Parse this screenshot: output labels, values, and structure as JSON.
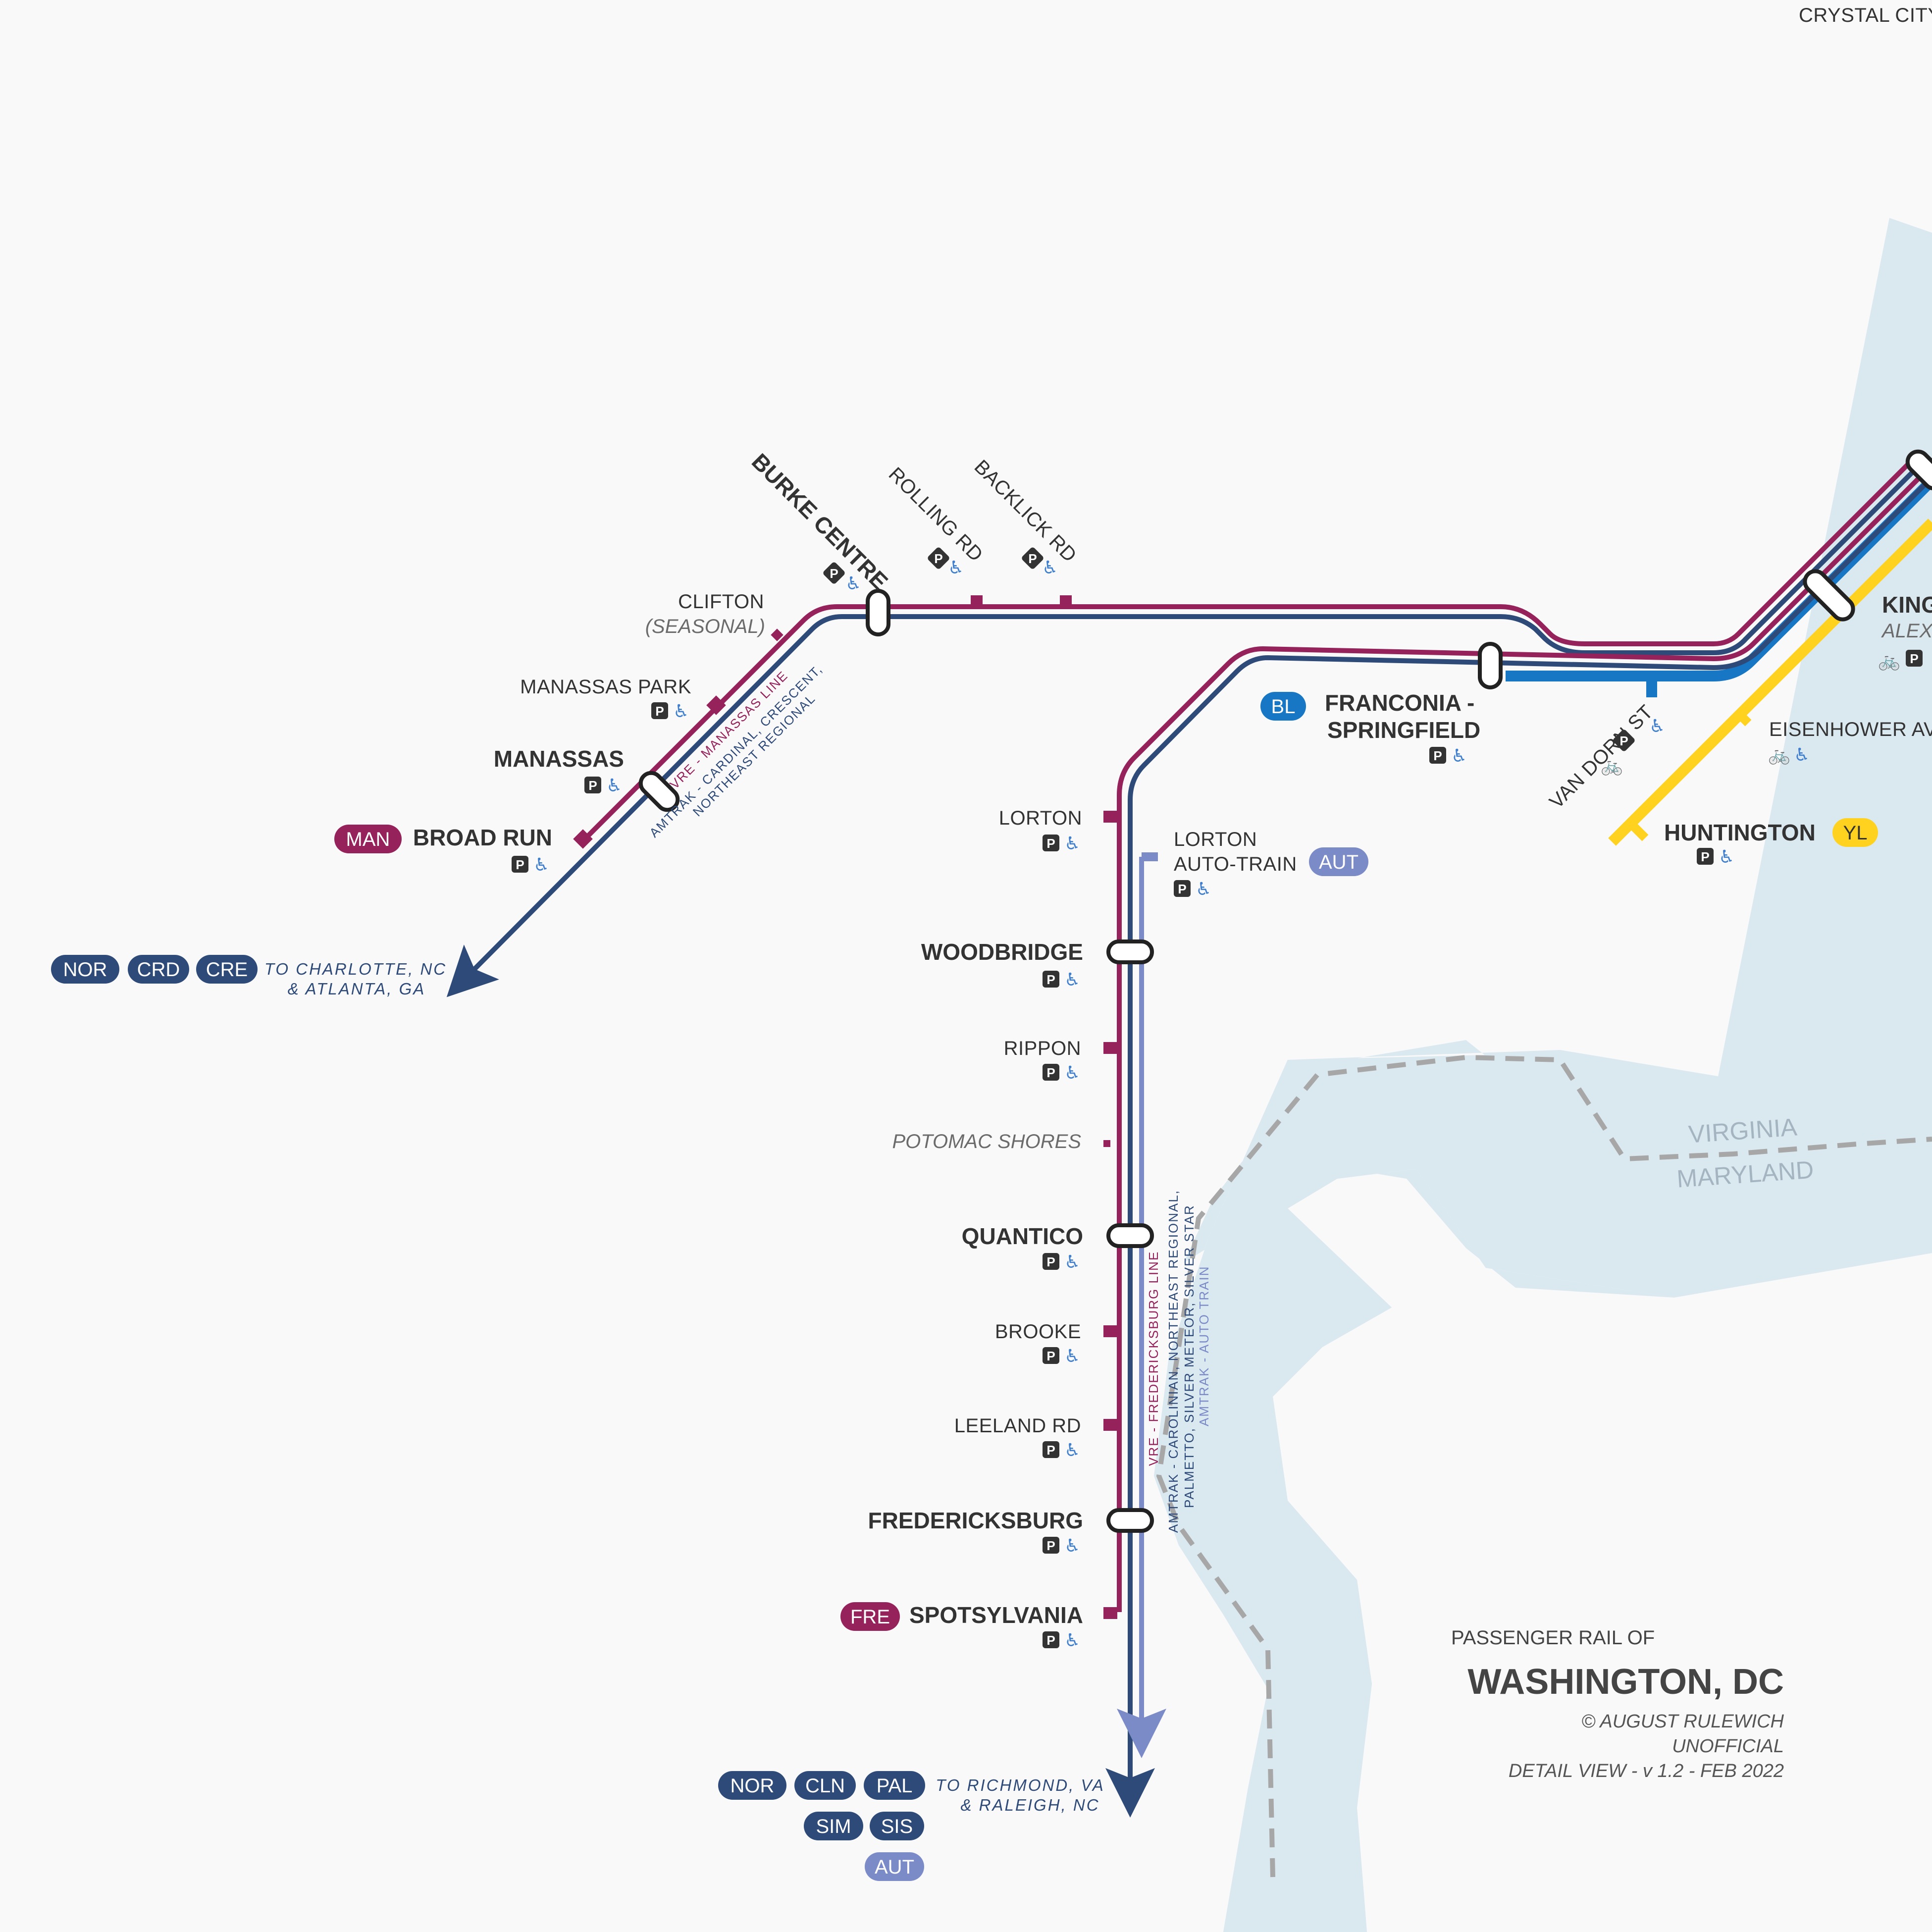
{
  "colors": {
    "vre": "#95225a",
    "amtrak": "#2e4a78",
    "autotrain": "#7b8bc8",
    "blue_line": "#1777c4",
    "yellow_line": "#ffd21f",
    "water": "#dae8ef",
    "border": "#a7a7a7",
    "background": "#f9f9f9"
  },
  "top_labels": {
    "crystal_city": "CRYSTAL CITY"
  },
  "stations": {
    "burke_centre": "BURKE CENTRE",
    "rolling_rd": "ROLLING RD",
    "backlick_rd": "BACKLICK RD",
    "clifton": "CLIFTON",
    "clifton_note": "(SEASONAL)",
    "manassas_park": "MANASSAS PARK",
    "manassas": "MANASSAS",
    "broad_run": "BROAD RUN",
    "franconia_1": "FRANCONIA -",
    "franconia_2": "SPRINGFIELD",
    "van_dorn": "VAN DORN ST",
    "eisenhower": "EISENHOWER AV",
    "huntington": "HUNTINGTON",
    "king_1": "KING",
    "king_2": "ALEX",
    "lorton": "LORTON",
    "lorton_auto_1": "LORTON",
    "lorton_auto_2": "AUTO-TRAIN",
    "woodbridge": "WOODBRIDGE",
    "rippon": "RIPPON",
    "potomac_shores": "POTOMAC SHORES",
    "quantico": "QUANTICO",
    "brooke": "BROOKE",
    "leeland": "LEELAND RD",
    "fredericksburg": "FREDERICKSBURG",
    "spotsylvania": "SPOTSYLVANIA"
  },
  "badges": {
    "man": "MAN",
    "fre": "FRE",
    "bl": "BL",
    "yl": "YL",
    "aut": "AUT",
    "nor": "NOR",
    "crd": "CRD",
    "cre": "CRE",
    "cln": "CLN",
    "pal": "PAL",
    "sim": "SIM",
    "sis": "SIS"
  },
  "destinations": {
    "south_west_1": "TO CHARLOTTE, NC",
    "south_west_2": "& ATLANTA, GA",
    "south_1": "TO RICHMOND, VA",
    "south_2": "& RALEIGH, NC"
  },
  "route_labels": {
    "manassas_vre": "VRE - MANASSAS LINE",
    "manassas_amtrak_1": "AMTRAK - CARDINAL, CRESCENT,",
    "manassas_amtrak_2": "NORTHEAST REGIONAL",
    "fred_vre": "VRE - FREDERICKSBURG LINE",
    "fred_amtrak_1": "AMTRAK - CAROLINIAN, NORTHEAST REGIONAL,",
    "fred_amtrak_2": "PALMETTO, SILVER METEOR, SILVER STAR",
    "fred_auto": "AMTRAK - AUTO TRAIN"
  },
  "amenity_icons": {
    "parking": "P",
    "parking_icon": "parking-icon",
    "accessible": "♿",
    "accessible_icon": "wheelchair-icon",
    "bike": "🚲",
    "bike_icon": "bicycle-icon"
  },
  "states": {
    "virginia": "VIRGINIA",
    "maryland": "MARYLAND"
  },
  "title": {
    "small": "PASSENGER RAIL OF",
    "large": "WASHINGTON, DC",
    "credit": "© AUGUST RULEWICH",
    "unofficial": "UNOFFICIAL",
    "version": "DETAIL VIEW - v 1.2 - FEB 2022"
  }
}
